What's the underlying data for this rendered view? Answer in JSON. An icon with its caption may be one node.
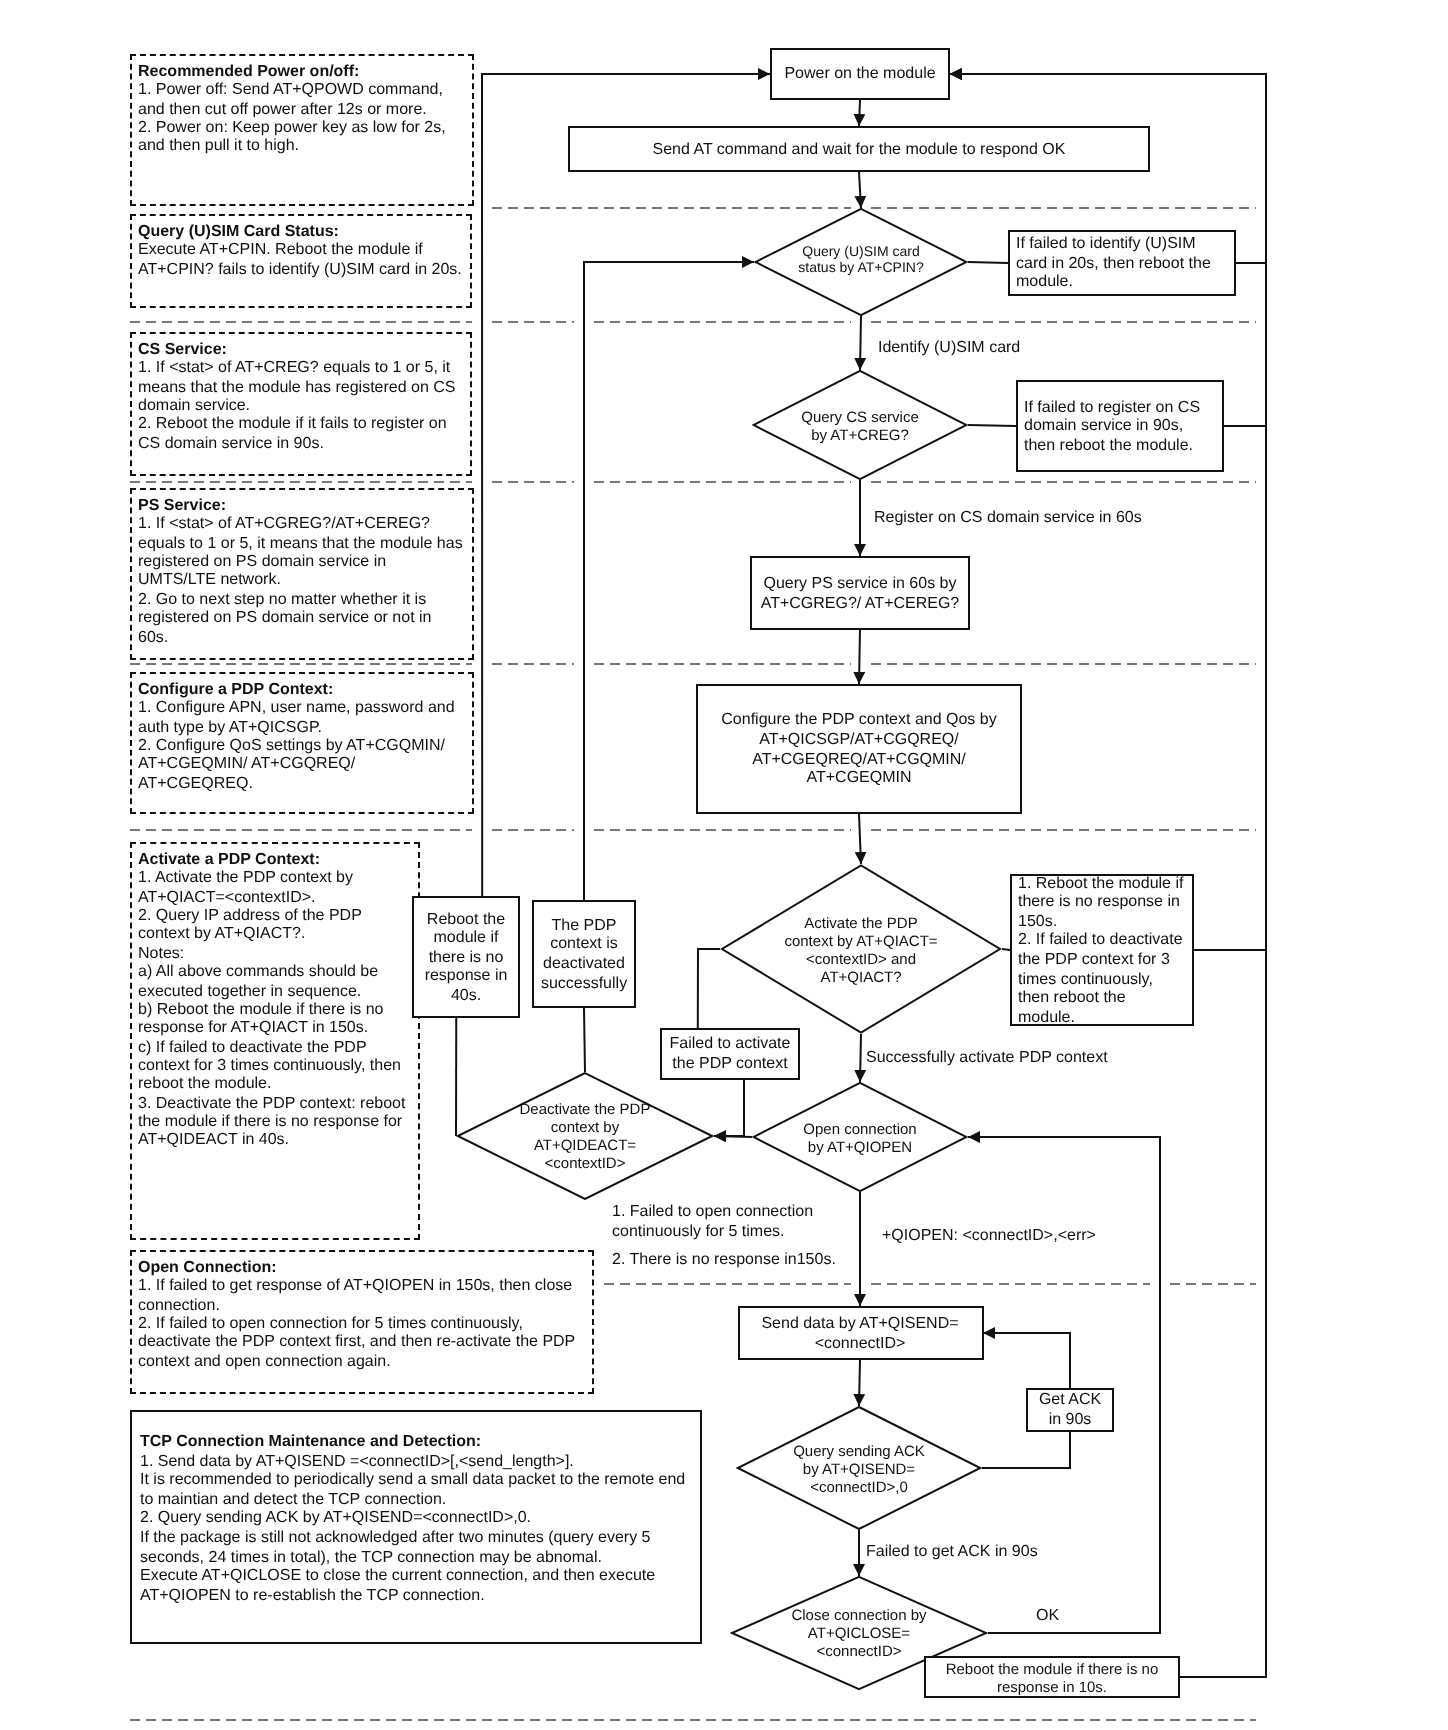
{
  "diagram": {
    "nodes": [
      {
        "text": [
          "Recommended Power on/off:",
          "1. Power off: Send AT+QPOWD command, and then cut off power after 12s or more.",
          "2. Power on: Keep power key as low for 2s, and then pull it to high."
        ]
      },
      {
        "text": [
          "Query (U)SIM Card Status:",
          "Execute AT+CPIN. Reboot the module if AT+CPIN? fails to identify (U)SIM card in 20s."
        ]
      },
      {
        "text": [
          "CS Service:",
          "1. If <stat> of AT+CREG? equals to 1 or 5, it means that the module has registered on CS domain service.",
          "2. Reboot the module if it fails to register on CS domain service in 90s."
        ]
      },
      {
        "text": [
          "PS Service:",
          "1. If <stat> of AT+CGREG?/AT+CEREG? equals to 1 or 5, it means that the module has registered on PS domain service in UMTS/LTE network.",
          "2. Go to next step no matter whether it is registered on PS domain service or not in 60s."
        ]
      },
      {
        "text": [
          "Configure a PDP Context:",
          "1. Configure APN, user name, password and auth type by AT+QICSGP.",
          "2. Configure QoS settings by AT+CGQMIN/ AT+CGEQMIN/ AT+CGQREQ/ AT+CGEQREQ."
        ]
      },
      {
        "text": [
          "Activate a PDP Context:",
          "1. Activate the PDP context by AT+QIACT=<contextID>.",
          "2. Query IP address of the PDP context by AT+QIACT?.",
          "Notes:",
          "a) All above commands should be executed together in sequence.",
          "b) Reboot the module if there is no response for AT+QIACT in 150s.",
          "c) If failed to deactivate the PDP context for 3 times continuously, then reboot the module.",
          "3. Deactivate the PDP context: reboot the module if there is no response for AT+QIDEACT in 40s."
        ]
      },
      {
        "text": [
          "Open Connection:",
          "1. If failed to get response of AT+QIOPEN in 150s, then close connection.",
          "2. If failed to open connection for 5 times continuously, deactivate the PDP context first, and then re-activate the PDP context and open connection again."
        ]
      },
      {
        "text": [
          "TCP Connection Maintenance and Detection:",
          "1. Send data by AT+QISEND =<connectID>[,<send_length>].",
          "It is recommended to periodically send a small data packet to the remote end to maintian and detect the TCP connection.",
          "2. Query sending ACK by AT+QISEND=<connectID>,0.",
          "If the package is still not acknowledged after two minutes (query every 5 seconds, 24 times in total), the TCP connection may be abnomal.",
          "Execute AT+QICLOSE to close the current connection, and then execute AT+QIOPEN to re-establish the TCP connection."
        ]
      },
      {
        "text": [
          "Power on the module"
        ]
      },
      {
        "text": [
          "Send AT command and wait for the module to respond OK"
        ]
      },
      {
        "text": [
          "Query (U)SIM card status by AT+CPIN?"
        ]
      },
      {
        "text": [
          "If failed to identify (U)SIM card in 20s, then reboot the module."
        ]
      },
      {
        "text": [
          "Query CS service by AT+CREG?"
        ]
      },
      {
        "text": [
          "If failed to register on CS domain service in 90s, then reboot the module."
        ]
      },
      {
        "text": [
          "Query PS service in 60s by AT+CGREG?/ AT+CEREG?"
        ]
      },
      {
        "text": [
          "Configure the PDP context and Qos by AT+QICSGP/AT+CGQREQ/ AT+CGEQREQ/AT+CGQMIN/ AT+CGEQMIN"
        ]
      },
      {
        "text": [
          "Reboot the module if there is no response in 40s."
        ]
      },
      {
        "text": [
          "The PDP context is deactivated successfully"
        ]
      },
      {
        "text": [
          "Activate the PDP context by AT+QIACT=<contextID> and AT+QIACT?"
        ]
      },
      {
        "text": [
          "1. Reboot the module if there is no response in 150s.",
          "2. If failed to deactivate the PDP context for 3 times continuously, then reboot the module."
        ]
      },
      {
        "text": [
          "Failed to activate the PDP context"
        ]
      },
      {
        "text": [
          "Deactivate the PDP context by AT+QIDEACT= <contextID>"
        ]
      },
      {
        "text": [
          "Open connection by AT+QIOPEN"
        ]
      },
      {
        "text": [
          "Send data by AT+QISEND=<connectID>"
        ]
      },
      {
        "text": [
          "Get ACK in 90s"
        ]
      },
      {
        "text": [
          "Query sending ACK by AT+QISEND= <connectID>,0"
        ]
      },
      {
        "text": [
          "Close connection by AT+QICLOSE= <connectID>"
        ]
      },
      {
        "text": [
          "Reboot the module if there is no response in 10s."
        ]
      }
    ],
    "edges": [
      {
        "from": 8,
        "to": 9,
        "arrow": "to"
      },
      {
        "from": 9,
        "to": 10,
        "arrow": "to"
      },
      {
        "from": 10,
        "to": 11,
        "arrow": "none"
      },
      {
        "from": 11,
        "to": 8,
        "arrow": "to"
      },
      {
        "from": 10,
        "to": 12,
        "arrow": "to",
        "label": "Identify (U)SIM card"
      },
      {
        "from": 12,
        "to": 13,
        "arrow": "none"
      },
      {
        "from": 13,
        "to": 8,
        "arrow": "to"
      },
      {
        "from": 12,
        "to": 14,
        "arrow": "to",
        "label": "Register on CS domain service in 60s"
      },
      {
        "from": 14,
        "to": 15,
        "arrow": "to"
      },
      {
        "from": 15,
        "to": 18,
        "arrow": "to"
      },
      {
        "from": 18,
        "to": 19,
        "arrow": "none"
      },
      {
        "from": 19,
        "to": 8,
        "arrow": "to"
      },
      {
        "from": 18,
        "to": 20,
        "arrow": "none"
      },
      {
        "from": 20,
        "to": 21,
        "arrow": "to"
      },
      {
        "from": 18,
        "to": 22,
        "arrow": "to",
        "label": "Successfully activate PDP context"
      },
      {
        "from": 22,
        "to": 21,
        "arrow": "to"
      },
      {
        "from": 21,
        "to": 17,
        "arrow": "none"
      },
      {
        "from": 17,
        "to": 10,
        "arrow": "to"
      },
      {
        "from": 21,
        "to": 16,
        "arrow": "none"
      },
      {
        "from": 16,
        "to": 8,
        "arrow": "to"
      },
      {
        "from": 22,
        "to": 23,
        "arrow": "to",
        "label": "+QIOPEN: <connectID>,<err>"
      },
      {
        "from": 23,
        "to": 25,
        "arrow": "to"
      },
      {
        "from": 25,
        "to": 24,
        "arrow": "none"
      },
      {
        "from": 24,
        "to": 23,
        "arrow": "to"
      },
      {
        "from": 25,
        "to": 26,
        "arrow": "to",
        "label": "Failed to get ACK in 90s"
      },
      {
        "from": 26,
        "to": 22,
        "arrow": "to",
        "label": "OK"
      },
      {
        "from": 27,
        "to": 8,
        "arrow": "to"
      }
    ],
    "labels": [
      "1. Failed to open connection continuously for 5 times.",
      "2. There is no response in150s."
    ]
  }
}
